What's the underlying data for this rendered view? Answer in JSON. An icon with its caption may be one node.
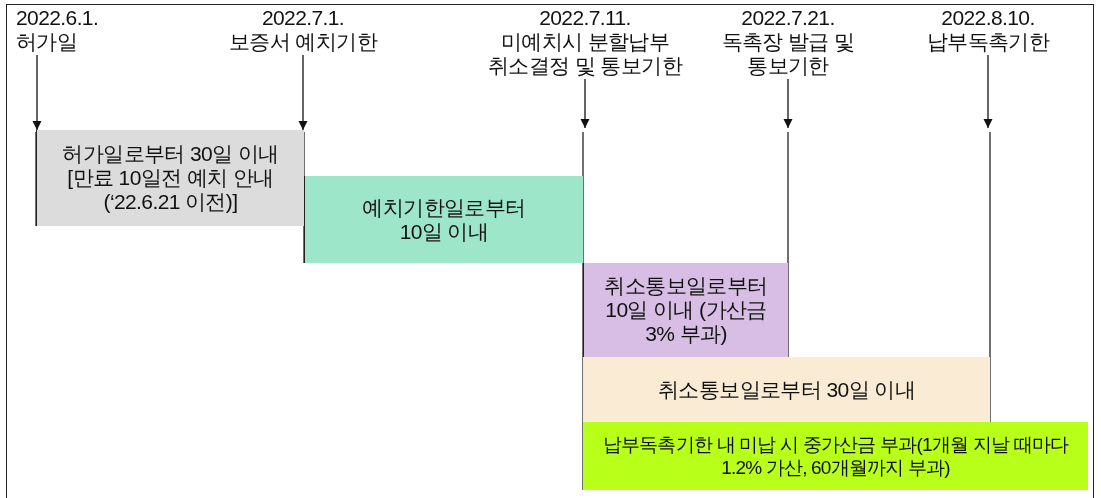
{
  "diagram": {
    "nodes": [
      {
        "text": [
          "2022.6.1.",
          "허가일"
        ]
      },
      {
        "text": [
          "2022.7.1.",
          "보증서 예치기한"
        ]
      },
      {
        "text": [
          "2022.7.11.",
          "미예치시 분할납부 취소결정 및 통보기한"
        ]
      },
      {
        "text": [
          "2022.7.21.",
          "독촉장 발급 및 통보기한"
        ]
      },
      {
        "text": [
          "2022.8.10.",
          "납부독촉기한"
        ]
      },
      {
        "text": [
          "허가일로부터 30일 이내 [만료 10일전 예치 안내(‘22.6.21 이전)]"
        ]
      },
      {
        "text": [
          "예치기한일로부터 10일 이내"
        ]
      },
      {
        "text": [
          "취소통보일로부터 10일 이내 (가산금 3% 부과)"
        ]
      },
      {
        "text": [
          "취소통보일로부터 30일 이내"
        ]
      },
      {
        "text": [
          "납부독촉기한 내 미납 시 중가산금 부과(1개월 지날 때마다 1.2% 가산, 60개월까지 부과)"
        ]
      }
    ],
    "edges": [
      {
        "from": 0,
        "to": 5,
        "arrow": "to"
      },
      {
        "from": 1,
        "to": 5,
        "arrow": "to"
      },
      {
        "from": 2,
        "to": null,
        "arrow": "to"
      },
      {
        "from": 3,
        "to": null,
        "arrow": "to"
      },
      {
        "from": 4,
        "to": null,
        "arrow": "to"
      }
    ]
  }
}
